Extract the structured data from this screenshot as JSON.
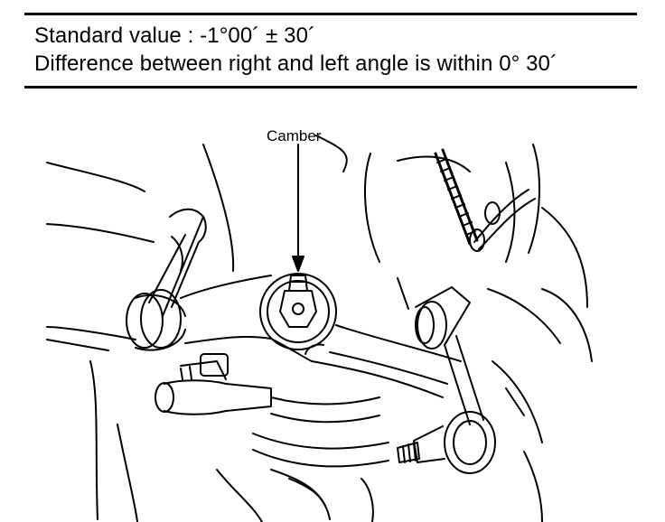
{
  "spec": {
    "standard_value": "Standard value :  -1°00´ ± 30´",
    "difference": "Difference between right and left angle is within 0° 30´"
  },
  "illustration": {
    "callout_label": "Camber"
  }
}
